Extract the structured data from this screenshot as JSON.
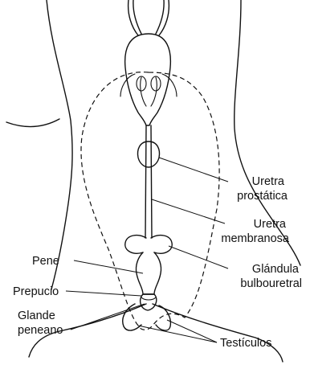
{
  "labels": {
    "uretra_prostatica": [
      "Uretra",
      "prostática"
    ],
    "uretra_membranosa": [
      "Uretra",
      "membranosa"
    ],
    "glandula_bulbouretral": [
      "Glándula",
      "bulbouretral"
    ],
    "pene": "Pene",
    "prepucio": "Prepucio",
    "glande_peneano": [
      "Glande",
      "peneano"
    ],
    "testiculos": "Testículos"
  }
}
